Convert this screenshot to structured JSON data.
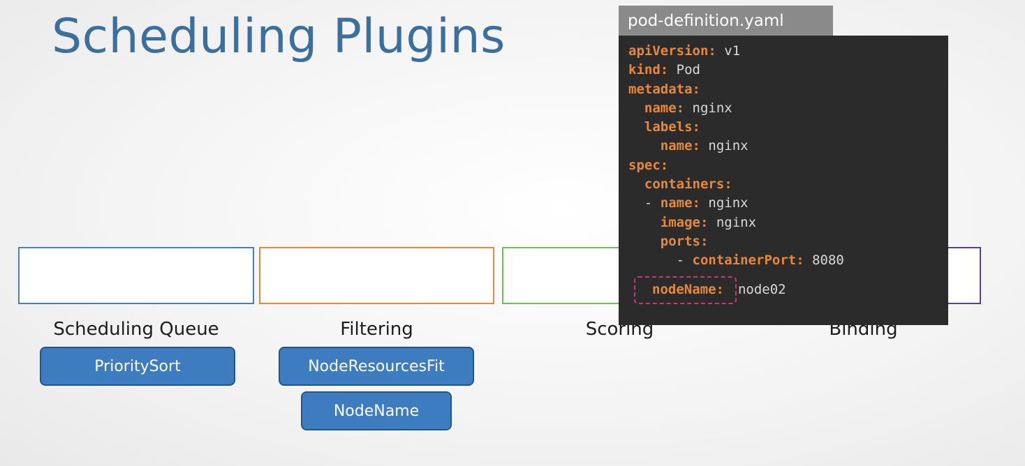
{
  "title": "Scheduling Plugins",
  "stages": [
    {
      "label": "Scheduling Queue",
      "color": "#4a7fb8"
    },
    {
      "label": "Filtering",
      "color": "#e08a44"
    },
    {
      "label": "Scoring",
      "color": "#6cbf5a"
    },
    {
      "label": "Binding",
      "color": "#5b3f91"
    }
  ],
  "plugins": {
    "priority_sort": "PrioritySort",
    "node_resources_fit": "NodeResourcesFit",
    "node_name": "NodeName"
  },
  "yaml": {
    "filename": "pod-definition.yaml",
    "lines": [
      {
        "indent": "",
        "key": "apiVersion:",
        "value": " v1"
      },
      {
        "indent": "",
        "key": "kind:",
        "value": " Pod"
      },
      {
        "indent": "",
        "key": "metadata:",
        "value": ""
      },
      {
        "indent": "  ",
        "key": "name:",
        "value": " nginx"
      },
      {
        "indent": "  ",
        "key": "labels:",
        "value": ""
      },
      {
        "indent": "    ",
        "key": "name:",
        "value": " nginx"
      },
      {
        "indent": "",
        "key": "spec:",
        "value": ""
      },
      {
        "indent": "  ",
        "key": "containers:",
        "value": ""
      },
      {
        "indent": "  - ",
        "key": "name:",
        "value": " nginx"
      },
      {
        "indent": "    ",
        "key": "image:",
        "value": " nginx"
      },
      {
        "indent": "    ",
        "key": "ports:",
        "value": ""
      },
      {
        "indent": "      - ",
        "key": "containerPort:",
        "value": " 8080"
      }
    ],
    "node_name_key": "nodeName:",
    "node_name_value": "node02"
  }
}
